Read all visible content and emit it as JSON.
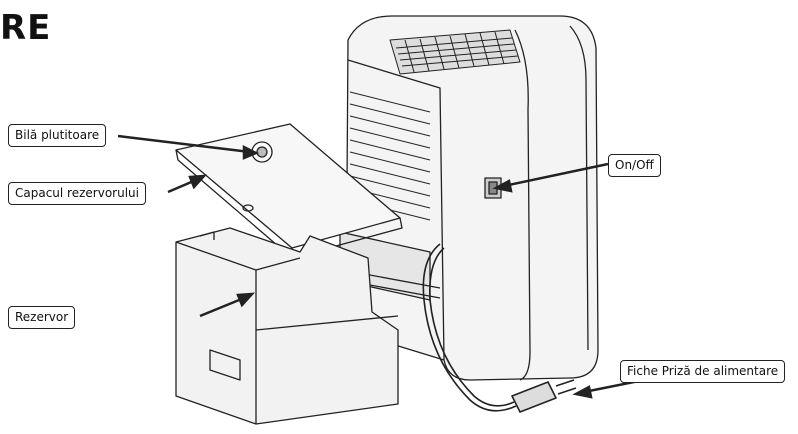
{
  "heading": "RE",
  "callouts": {
    "float_ball": "Bilă plutitoare",
    "tank_lid": "Capacul rezervorului",
    "tank": "Rezervor",
    "on_off": "On/Off",
    "power_plug": "Fiche Priză de alimentare"
  }
}
